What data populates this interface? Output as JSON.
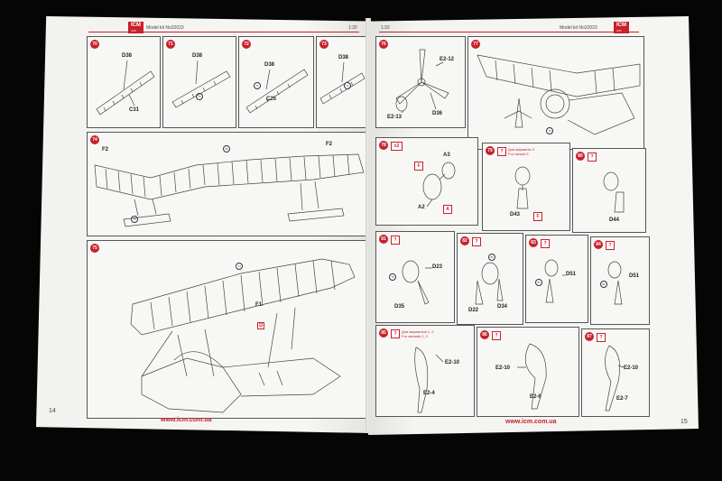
{
  "left_page": {
    "logo": "ICM",
    "logo_sub": "ICM",
    "model_no": "Model kit No32023",
    "scale": "1:32",
    "url": "www.icm.com.ua",
    "page_number": "14",
    "steps": [
      {
        "num": "70",
        "labels": [
          "D38",
          "C31"
        ]
      },
      {
        "num": "71",
        "labels": [
          "D38"
        ],
        "callouts": [
          "70"
        ]
      },
      {
        "num": "72",
        "labels": [
          "D38",
          "C25"
        ],
        "callouts": [
          "71"
        ]
      },
      {
        "num": "73",
        "labels": [
          "D38"
        ],
        "callouts": [
          "72"
        ]
      },
      {
        "num": "74",
        "labels": [
          "F2",
          "F2"
        ],
        "callouts": [
          "69",
          "73"
        ]
      },
      {
        "num": "75",
        "labels": [
          "F1"
        ],
        "flag": "D",
        "callouts": [
          "74"
        ]
      }
    ]
  },
  "right_page": {
    "logo": "ICM",
    "logo_sub": "ICM",
    "model_no": "Model kit No32023",
    "scale": "1:32",
    "url": "www.icm.com.ua",
    "page_number": "15",
    "steps": [
      {
        "num": "76",
        "labels": [
          "E2-12",
          "E2-13",
          "D36"
        ]
      },
      {
        "num": "77",
        "callouts": [
          "75"
        ]
      },
      {
        "num": "78",
        "multiplier": "x2",
        "labels": [
          "A3",
          "A2"
        ],
        "flags": [
          "F",
          "A"
        ]
      },
      {
        "num": "79",
        "flag": "?",
        "note": [
          "Для варианта 3",
          "For variant 3"
        ],
        "labels": [
          "D43"
        ],
        "flags": [
          "F"
        ]
      },
      {
        "num": "80",
        "flag": "?",
        "labels": [
          "D44"
        ]
      },
      {
        "num": "81",
        "flag": "?",
        "labels": [
          "D23",
          "D35"
        ],
        "callouts": [
          "79"
        ]
      },
      {
        "num": "82",
        "flag": "?",
        "labels": [
          "D22",
          "D34"
        ],
        "callouts": [
          "80"
        ]
      },
      {
        "num": "83",
        "flag": "?",
        "labels": [
          "D51"
        ],
        "callouts": [
          "81"
        ]
      },
      {
        "num": "84",
        "flag": "?",
        "labels": [
          "D51"
        ],
        "callouts": [
          "82"
        ]
      },
      {
        "num": "85",
        "flag": "?",
        "note": [
          "Для вариантов 1, 2",
          "For variants 1, 2"
        ],
        "labels": [
          "E2-10",
          "E2-4"
        ]
      },
      {
        "num": "86",
        "flag": "?",
        "labels": [
          "E2-10",
          "E2-6"
        ]
      },
      {
        "num": "87",
        "flag": "?",
        "labels": [
          "E2-10",
          "E2-7"
        ]
      }
    ]
  },
  "colors": {
    "accent_red": "#c8202c",
    "paper": "#f4f4f2",
    "background": "#050505"
  }
}
